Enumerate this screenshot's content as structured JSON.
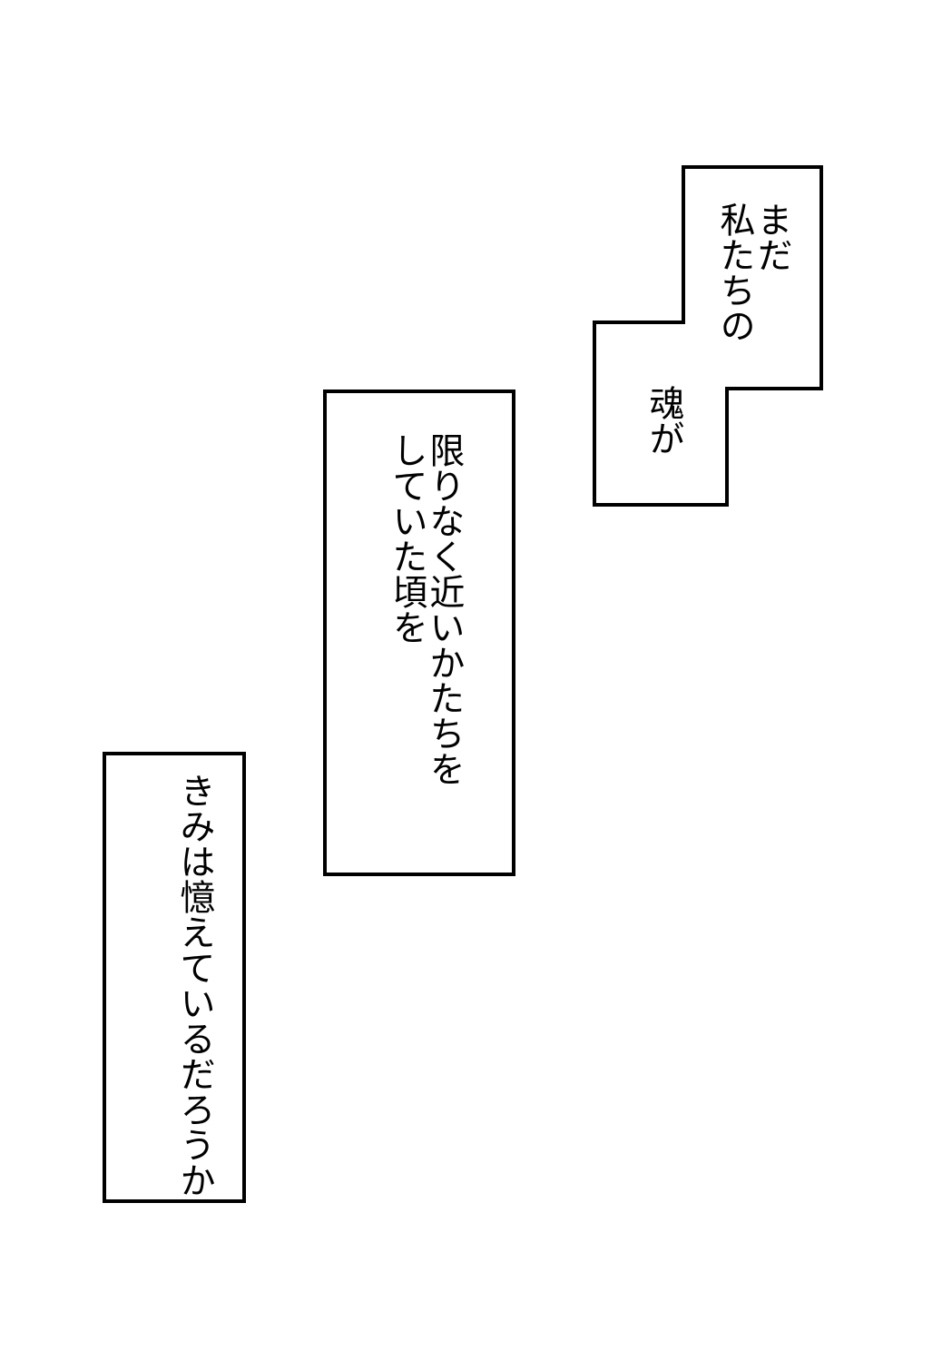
{
  "page": {
    "kind": "manga-page",
    "background_color": "#ffffff",
    "panel_border_color": "#000000",
    "text_color": "#000000"
  },
  "bubbles": {
    "b1": {
      "name": "stepped speech bubble (top right)",
      "line1": "まだ",
      "line2": "私たちの",
      "line3": "魂が"
    },
    "b2": {
      "name": "caption box (middle)",
      "line1": "限りなく近いかたちを",
      "line2": "していた頃を"
    },
    "b3": {
      "name": "caption box (bottom left)",
      "line1": "きみは憶えているだろうか"
    }
  },
  "full_text": "まだ私たちの魂が 限りなく近いかたちを していた頃を きみは憶えているだろうか"
}
